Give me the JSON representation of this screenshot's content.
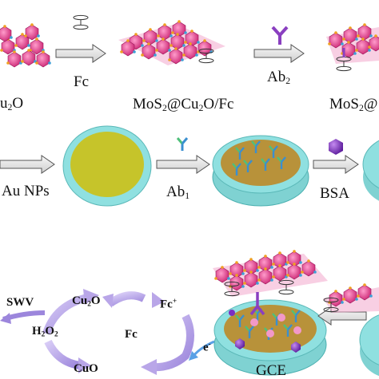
{
  "row1": {
    "label_cu2o_partial": {
      "text": "u",
      "sub": "2",
      "after": "O"
    },
    "label_fc": "Fc",
    "label_mos2_cu2o_fc": {
      "pre": "MoS",
      "sub": "2",
      "post": "@Cu",
      "sub2": "2",
      "post2": "O/Fc"
    },
    "label_ab2": {
      "text": "Ab",
      "sub": "2"
    },
    "label_mos2_partial": {
      "pre": "MoS",
      "sub": "2",
      "post": "@"
    }
  },
  "row2": {
    "label_au_nps": "Au NPs",
    "label_ab1": {
      "text": "Ab",
      "sub": "1"
    },
    "label_bsa": "BSA"
  },
  "row3": {
    "label_swv": "SWV",
    "label_cu2o": {
      "text": "Cu",
      "sub": "2",
      "after": "O"
    },
    "label_fcplus": {
      "text": "Fc",
      "sup": "+"
    },
    "label_h2o2": {
      "pre": "H",
      "sub": "2",
      "mid": "O",
      "sub2": "2"
    },
    "label_fc": "Fc",
    "label_cuo": "CuO",
    "label_electron": {
      "text": "e",
      "sup": "-"
    },
    "label_gce": "GCE"
  },
  "colors": {
    "arrow_fill": "#e8e8e8",
    "arrow_stroke": "#555555",
    "electrode_rim": "#8fe0e0",
    "electrode_face": "#c6c42a",
    "au_layer": "#b8923a",
    "cycle_arrow": "#b9a6e8",
    "blue_arrow": "#5aa0e6",
    "antibody_green": "#4fc07a",
    "antibody_blue": "#3a8fd0",
    "ab2_purple": "#8a3fc0",
    "bsa_purple": "#7a2fc4",
    "crystal_pink": "#e0408a",
    "crystal_blue": "#3aa0d8",
    "crystal_orange": "#f0a020"
  }
}
